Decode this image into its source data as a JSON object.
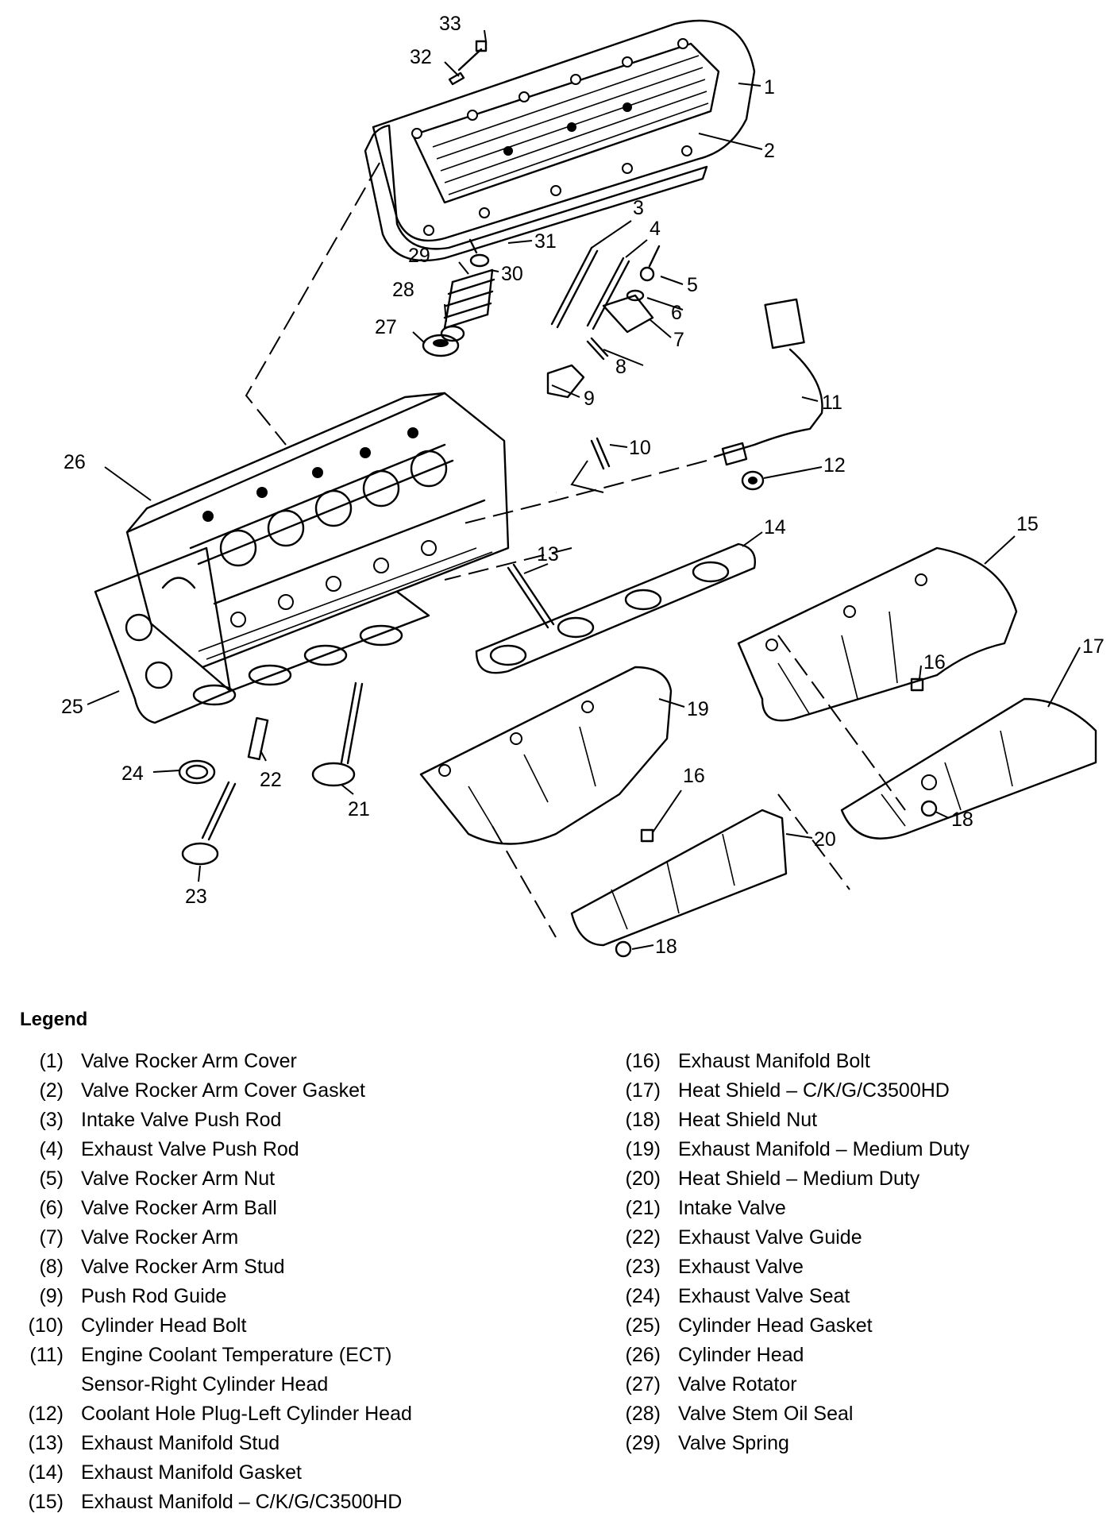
{
  "callouts": [
    {
      "num": "33"
    },
    {
      "num": "32"
    },
    {
      "num": "1"
    },
    {
      "num": "2"
    },
    {
      "num": "3"
    },
    {
      "num": "4"
    },
    {
      "num": "31"
    },
    {
      "num": "29"
    },
    {
      "num": "30"
    },
    {
      "num": "28"
    },
    {
      "num": "5"
    },
    {
      "num": "6"
    },
    {
      "num": "27"
    },
    {
      "num": "7"
    },
    {
      "num": "8"
    },
    {
      "num": "9"
    },
    {
      "num": "11"
    },
    {
      "num": "10"
    },
    {
      "num": "26"
    },
    {
      "num": "12"
    },
    {
      "num": "14"
    },
    {
      "num": "15"
    },
    {
      "num": "13"
    },
    {
      "num": "17"
    },
    {
      "num": "16"
    },
    {
      "num": "25"
    },
    {
      "num": "19"
    },
    {
      "num": "24"
    },
    {
      "num": "22"
    },
    {
      "num": "16"
    },
    {
      "num": "21"
    },
    {
      "num": "18"
    },
    {
      "num": "20"
    },
    {
      "num": "23"
    },
    {
      "num": "18"
    }
  ],
  "legend": {
    "title": "Legend",
    "left": [
      {
        "num": "(1)",
        "text": "Valve Rocker Arm Cover"
      },
      {
        "num": "(2)",
        "text": "Valve Rocker Arm Cover Gasket"
      },
      {
        "num": "(3)",
        "text": "Intake Valve Push Rod"
      },
      {
        "num": "(4)",
        "text": "Exhaust Valve Push Rod"
      },
      {
        "num": "(5)",
        "text": "Valve Rocker Arm Nut"
      },
      {
        "num": "(6)",
        "text": "Valve Rocker Arm Ball"
      },
      {
        "num": "(7)",
        "text": "Valve Rocker Arm"
      },
      {
        "num": "(8)",
        "text": "Valve Rocker Arm Stud"
      },
      {
        "num": "(9)",
        "text": "Push Rod Guide"
      },
      {
        "num": "(10)",
        "text": "Cylinder Head Bolt"
      },
      {
        "num": "(11)",
        "text": "Engine Coolant Temperature (ECT)\nSensor-Right Cylinder Head"
      },
      {
        "num": "(12)",
        "text": "Coolant Hole Plug-Left Cylinder Head"
      },
      {
        "num": "(13)",
        "text": "Exhaust Manifold Stud"
      },
      {
        "num": "(14)",
        "text": "Exhaust Manifold Gasket"
      },
      {
        "num": "(15)",
        "text": "Exhaust Manifold – C/K/G/C3500HD"
      }
    ],
    "right": [
      {
        "num": "(16)",
        "text": "Exhaust Manifold Bolt"
      },
      {
        "num": "(17)",
        "text": "Heat Shield – C/K/G/C3500HD"
      },
      {
        "num": "(18)",
        "text": "Heat Shield Nut"
      },
      {
        "num": "(19)",
        "text": "Exhaust Manifold – Medium Duty"
      },
      {
        "num": "(20)",
        "text": "Heat Shield – Medium Duty"
      },
      {
        "num": "(21)",
        "text": "Intake Valve"
      },
      {
        "num": "(22)",
        "text": "Exhaust Valve Guide"
      },
      {
        "num": "(23)",
        "text": "Exhaust Valve"
      },
      {
        "num": "(24)",
        "text": "Exhaust Valve Seat"
      },
      {
        "num": "(25)",
        "text": "Cylinder Head Gasket"
      },
      {
        "num": "(26)",
        "text": "Cylinder Head"
      },
      {
        "num": "(27)",
        "text": "Valve Rotator"
      },
      {
        "num": "(28)",
        "text": "Valve Stem Oil Seal"
      },
      {
        "num": "(29)",
        "text": "Valve Spring"
      }
    ]
  }
}
